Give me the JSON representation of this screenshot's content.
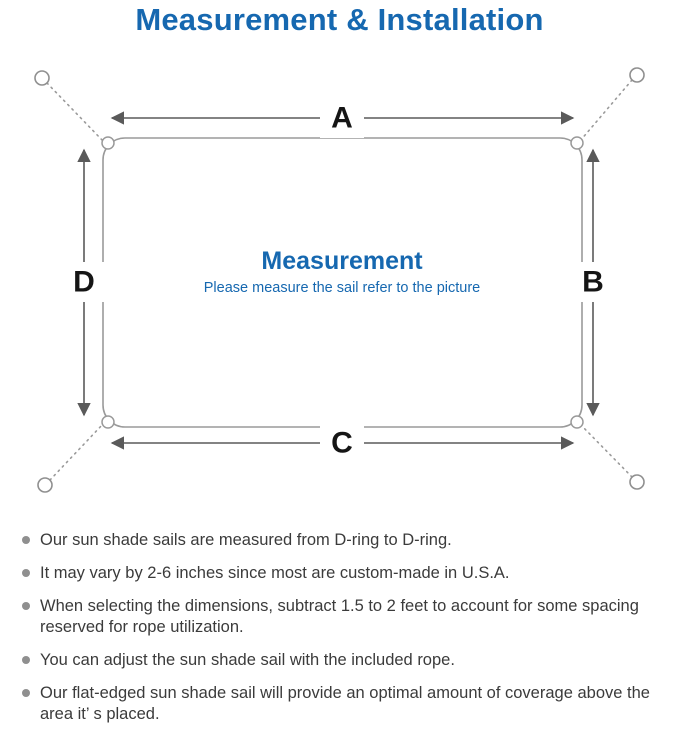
{
  "page": {
    "title": "Measurement & Installation"
  },
  "diagram": {
    "labels": {
      "top": "A",
      "right": "B",
      "bottom": "C",
      "left": "D"
    },
    "center_title": "Measurement",
    "center_subtitle": "Please measure the sail refer to the picture"
  },
  "notes": [
    "Our sun shade sails are measured from D-ring to D-ring.",
    "It may vary by 2-6 inches since most are custom-made in U.S.A.",
    "When selecting the dimensions, subtract 1.5 to 2 feet to account for some spacing reserved for rope utilization.",
    "You can adjust the sun shade sail with the included rope.",
    "Our flat-edged sun shade sail will provide an optimal amount of coverage above the area it’ s placed."
  ],
  "colors": {
    "accent_blue": "#1668b0",
    "line_gray": "#9a9a9a",
    "arrow_gray": "#5a5a5a",
    "text_dark": "#3b3b3b"
  }
}
